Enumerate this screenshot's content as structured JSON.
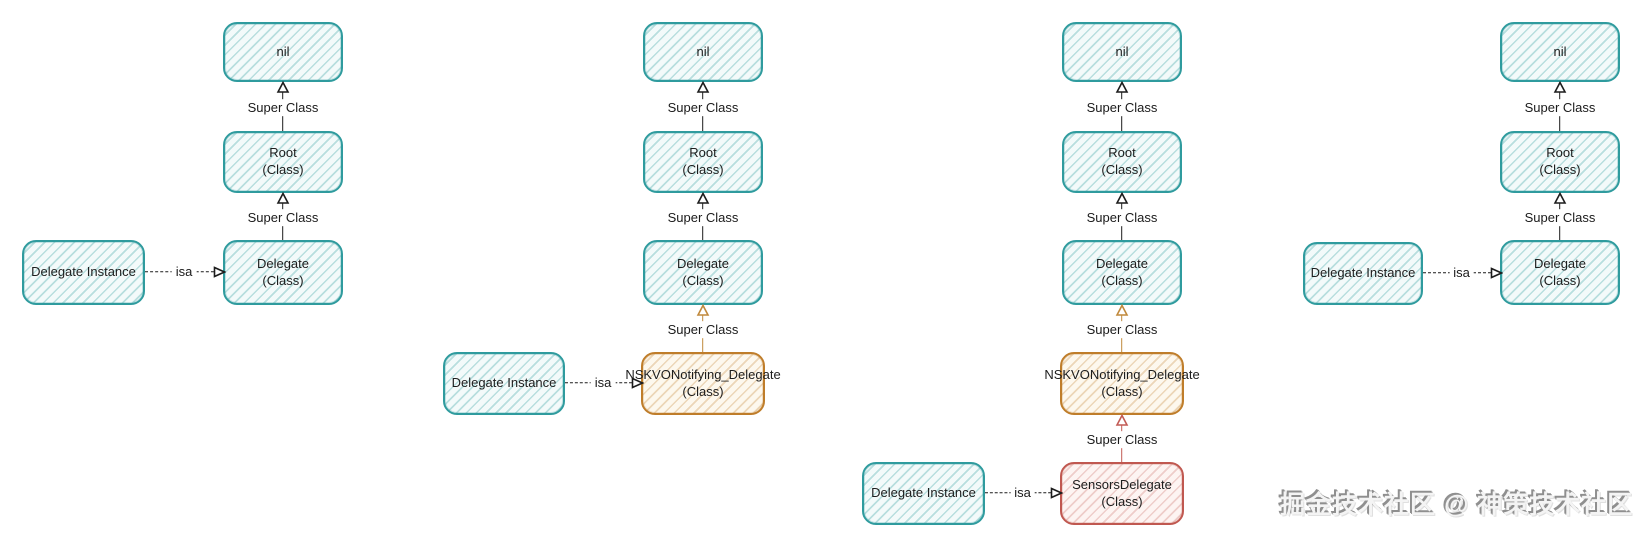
{
  "watermark": "掘金技术社区 @ 神策技术社区",
  "edge_labels": {
    "super_class": "Super Class",
    "isa": "isa"
  },
  "colors": {
    "teal_stroke": "#2f9b9e",
    "teal_fill": "#f3fafa",
    "orange_stroke": "#bf7d2a",
    "orange_fill": "#fdf8ee",
    "red_stroke": "#c05850",
    "red_fill": "#fdf4f2",
    "edge_black": "#1c1c1c",
    "edge_orange": "#c0893c",
    "edge_red": "#c25b55",
    "watermark_gray": "#8f8f8f"
  },
  "diagrams": [
    {
      "id": "delegate-original",
      "nodes": [
        {
          "title": "nil",
          "subtitle": "",
          "color": "teal"
        },
        {
          "title": "Root",
          "subtitle": "(Class)",
          "color": "teal"
        },
        {
          "title": "Delegate",
          "subtitle": "(Class)",
          "color": "teal"
        }
      ],
      "instance": {
        "title": "Delegate Instance",
        "isa_target": "Delegate"
      }
    },
    {
      "id": "delegate-kvo-swizzled",
      "nodes": [
        {
          "title": "nil",
          "subtitle": "",
          "color": "teal"
        },
        {
          "title": "Root",
          "subtitle": "(Class)",
          "color": "teal"
        },
        {
          "title": "Delegate",
          "subtitle": "(Class)",
          "color": "teal"
        },
        {
          "title": "NSKVONotifying_Delegate",
          "subtitle": "(Class)",
          "color": "orange"
        }
      ],
      "instance": {
        "title": "Delegate Instance",
        "isa_target": "NSKVONotifying_Delegate"
      }
    },
    {
      "id": "delegate-kvo-sensors-swizzled",
      "nodes": [
        {
          "title": "nil",
          "subtitle": "",
          "color": "teal"
        },
        {
          "title": "Root",
          "subtitle": "(Class)",
          "color": "teal"
        },
        {
          "title": "Delegate",
          "subtitle": "(Class)",
          "color": "teal"
        },
        {
          "title": "NSKVONotifying_Delegate",
          "subtitle": "(Class)",
          "color": "orange"
        },
        {
          "title": "SensorsDelegate",
          "subtitle": "(Class)",
          "color": "red"
        }
      ],
      "instance": {
        "title": "Delegate Instance",
        "isa_target": "SensorsDelegate"
      }
    },
    {
      "id": "delegate-restored",
      "nodes": [
        {
          "title": "nil",
          "subtitle": "",
          "color": "teal"
        },
        {
          "title": "Root",
          "subtitle": "(Class)",
          "color": "teal"
        },
        {
          "title": "Delegate",
          "subtitle": "(Class)",
          "color": "teal"
        }
      ],
      "instance": {
        "title": "Delegate Instance",
        "isa_target": "Delegate"
      }
    }
  ]
}
